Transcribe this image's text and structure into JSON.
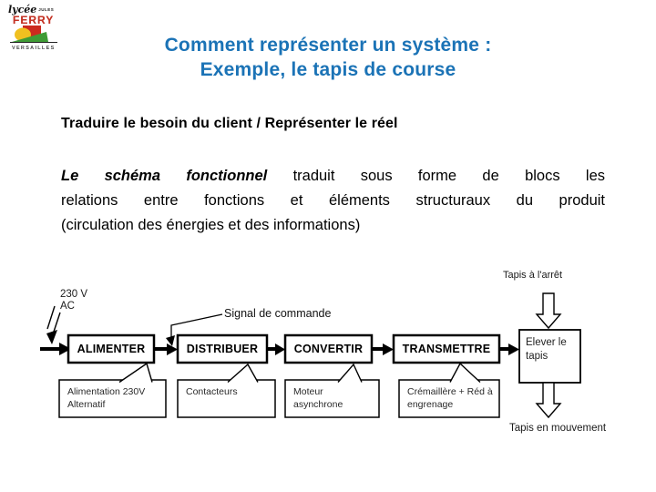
{
  "slide": {
    "logo": {
      "script": "lycée",
      "jules": "JULES",
      "name": "FERRY",
      "city": "VERSAILLES"
    },
    "title": {
      "line1": "Comment représenter un système :",
      "line2": "Exemple, le tapis de course"
    },
    "heading": "Traduire le besoin du client / Représenter le réel",
    "paragraph": {
      "lead": "Le schéma fonctionnel",
      "line1_rest": "traduit sous forme de blocs les",
      "line2": "relations entre fonctions et éléments structuraux du produit",
      "line3": "(circulation des énergies et des informations)"
    }
  },
  "diagram": {
    "input_label": "230 V AC",
    "signal_label": "Signal de commande",
    "blocks": [
      "ALIMENTER",
      "DISTRIBUER",
      "CONVERTIR",
      "TRANSMETTRE"
    ],
    "output_box": "Elever le tapis",
    "state_top": "Tapis à l'arrêt",
    "state_bottom": "Tapis en mouvement",
    "callouts": [
      "Alimentation 230V Alternatif",
      "Contacteurs",
      "Moteur asynchrone",
      "Crémaillère + Réd à engrenage"
    ]
  },
  "colors": {
    "title_blue": "#1b73b6",
    "logo_red": "#c43325",
    "logo_yellow": "#f0c020",
    "logo_green": "#3f9b35",
    "diagram_ink": "#000000"
  }
}
